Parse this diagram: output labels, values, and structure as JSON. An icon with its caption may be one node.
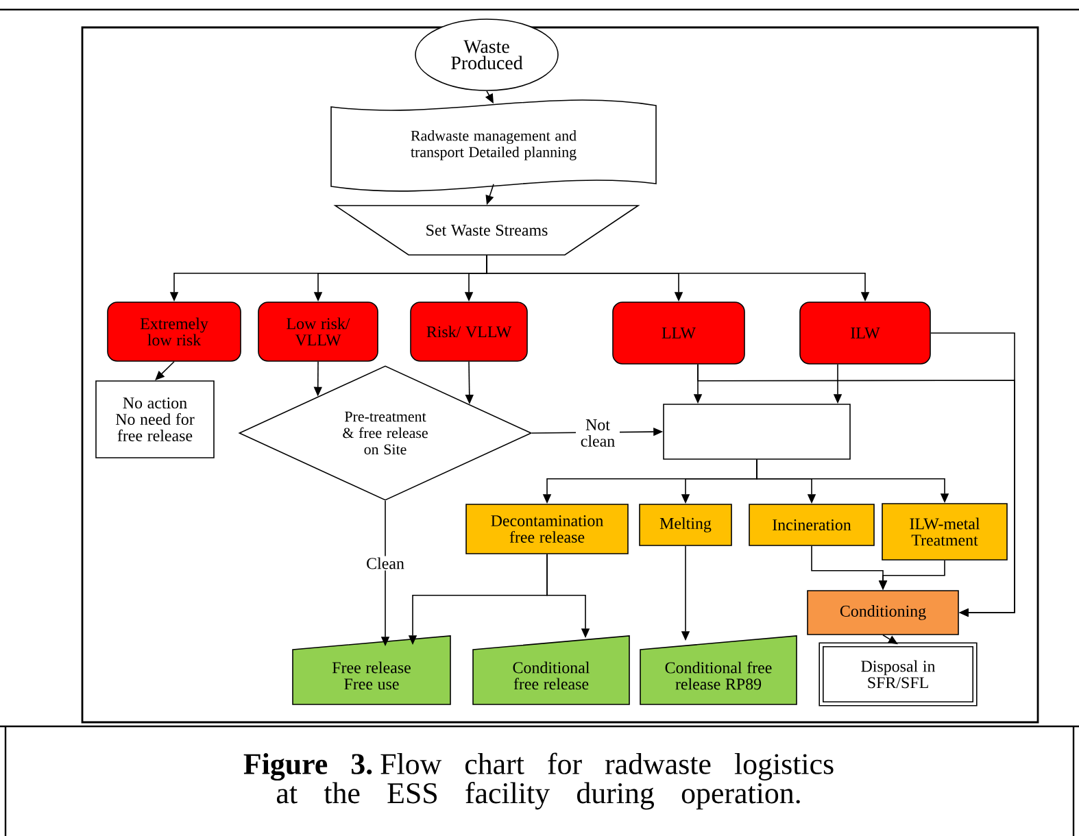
{
  "diagram": {
    "caption": "**Figure 3.** Flow chart for radwaste logistics at the ESS facility during operation.",
    "nodes": [
      {
        "text": [
          "Waste Produced"
        ]
      },
      {
        "text": [
          "Radwaste management and transport Detailed planning"
        ]
      },
      {
        "text": [
          "Set Waste Streams"
        ]
      },
      {
        "text": [
          "Extremely low risk"
        ]
      },
      {
        "text": [
          "Low risk/ VLLW"
        ]
      },
      {
        "text": [
          "Risk/ VLLW"
        ]
      },
      {
        "text": [
          "LLW"
        ]
      },
      {
        "text": [
          "ILW"
        ]
      },
      {
        "text": [
          "No action No need for free release"
        ]
      },
      {
        "text": [
          "Pre-treatment & free release on Site"
        ]
      },
      {
        "text": [],
        "shape": "box"
      },
      {
        "text": [
          "Decontamination free release"
        ]
      },
      {
        "text": [
          "Melting"
        ]
      },
      {
        "text": [
          "Incineration"
        ]
      },
      {
        "text": [
          "ILW-metal Treatment"
        ]
      },
      {
        "text": [
          "Conditioning"
        ]
      },
      {
        "text": [
          "Free release Free use"
        ]
      },
      {
        "text": [
          "Conditional free release"
        ]
      },
      {
        "text": [
          "Conditional free release RP89"
        ]
      },
      {
        "text": [
          "Disposal in SFR/SFL"
        ]
      }
    ],
    "edges": [
      {
        "from": 0,
        "to": 1,
        "arrow": "to"
      },
      {
        "from": 1,
        "to": 2,
        "arrow": "to"
      },
      {
        "from": 2,
        "to": 3,
        "arrow": "to"
      },
      {
        "from": 2,
        "to": 4,
        "arrow": "to"
      },
      {
        "from": 2,
        "to": 5,
        "arrow": "to"
      },
      {
        "from": 2,
        "to": 6,
        "arrow": "to"
      },
      {
        "from": 2,
        "to": 7,
        "arrow": "to"
      },
      {
        "from": 3,
        "to": 8,
        "arrow": "to"
      },
      {
        "from": 4,
        "to": 9,
        "arrow": "to"
      },
      {
        "from": 5,
        "to": 9,
        "arrow": "to"
      },
      {
        "from": 6,
        "to": 10,
        "arrow": "to"
      },
      {
        "from": 7,
        "to": 10,
        "arrow": "to"
      },
      {
        "from": 6,
        "to": 15,
        "arrow": "to"
      },
      {
        "from": 7,
        "to": 15,
        "arrow": "to"
      },
      {
        "from": 9,
        "to": 10,
        "arrow": "to",
        "label": "Not clean"
      },
      {
        "from": 9,
        "to": 16,
        "arrow": "to",
        "label": "Clean"
      },
      {
        "from": 10,
        "to": 11,
        "arrow": "to"
      },
      {
        "from": 10,
        "to": 12,
        "arrow": "to"
      },
      {
        "from": 10,
        "to": 13,
        "arrow": "to"
      },
      {
        "from": 10,
        "to": 14,
        "arrow": "to"
      },
      {
        "from": 11,
        "to": 16,
        "arrow": "to"
      },
      {
        "from": 11,
        "to": 17,
        "arrow": "to"
      },
      {
        "from": 12,
        "to": 18,
        "arrow": "to"
      },
      {
        "from": 13,
        "to": 15,
        "arrow": "to"
      },
      {
        "from": 14,
        "to": 15,
        "arrow": "to"
      },
      {
        "from": 15,
        "to": 19,
        "arrow": "to"
      }
    ]
  }
}
